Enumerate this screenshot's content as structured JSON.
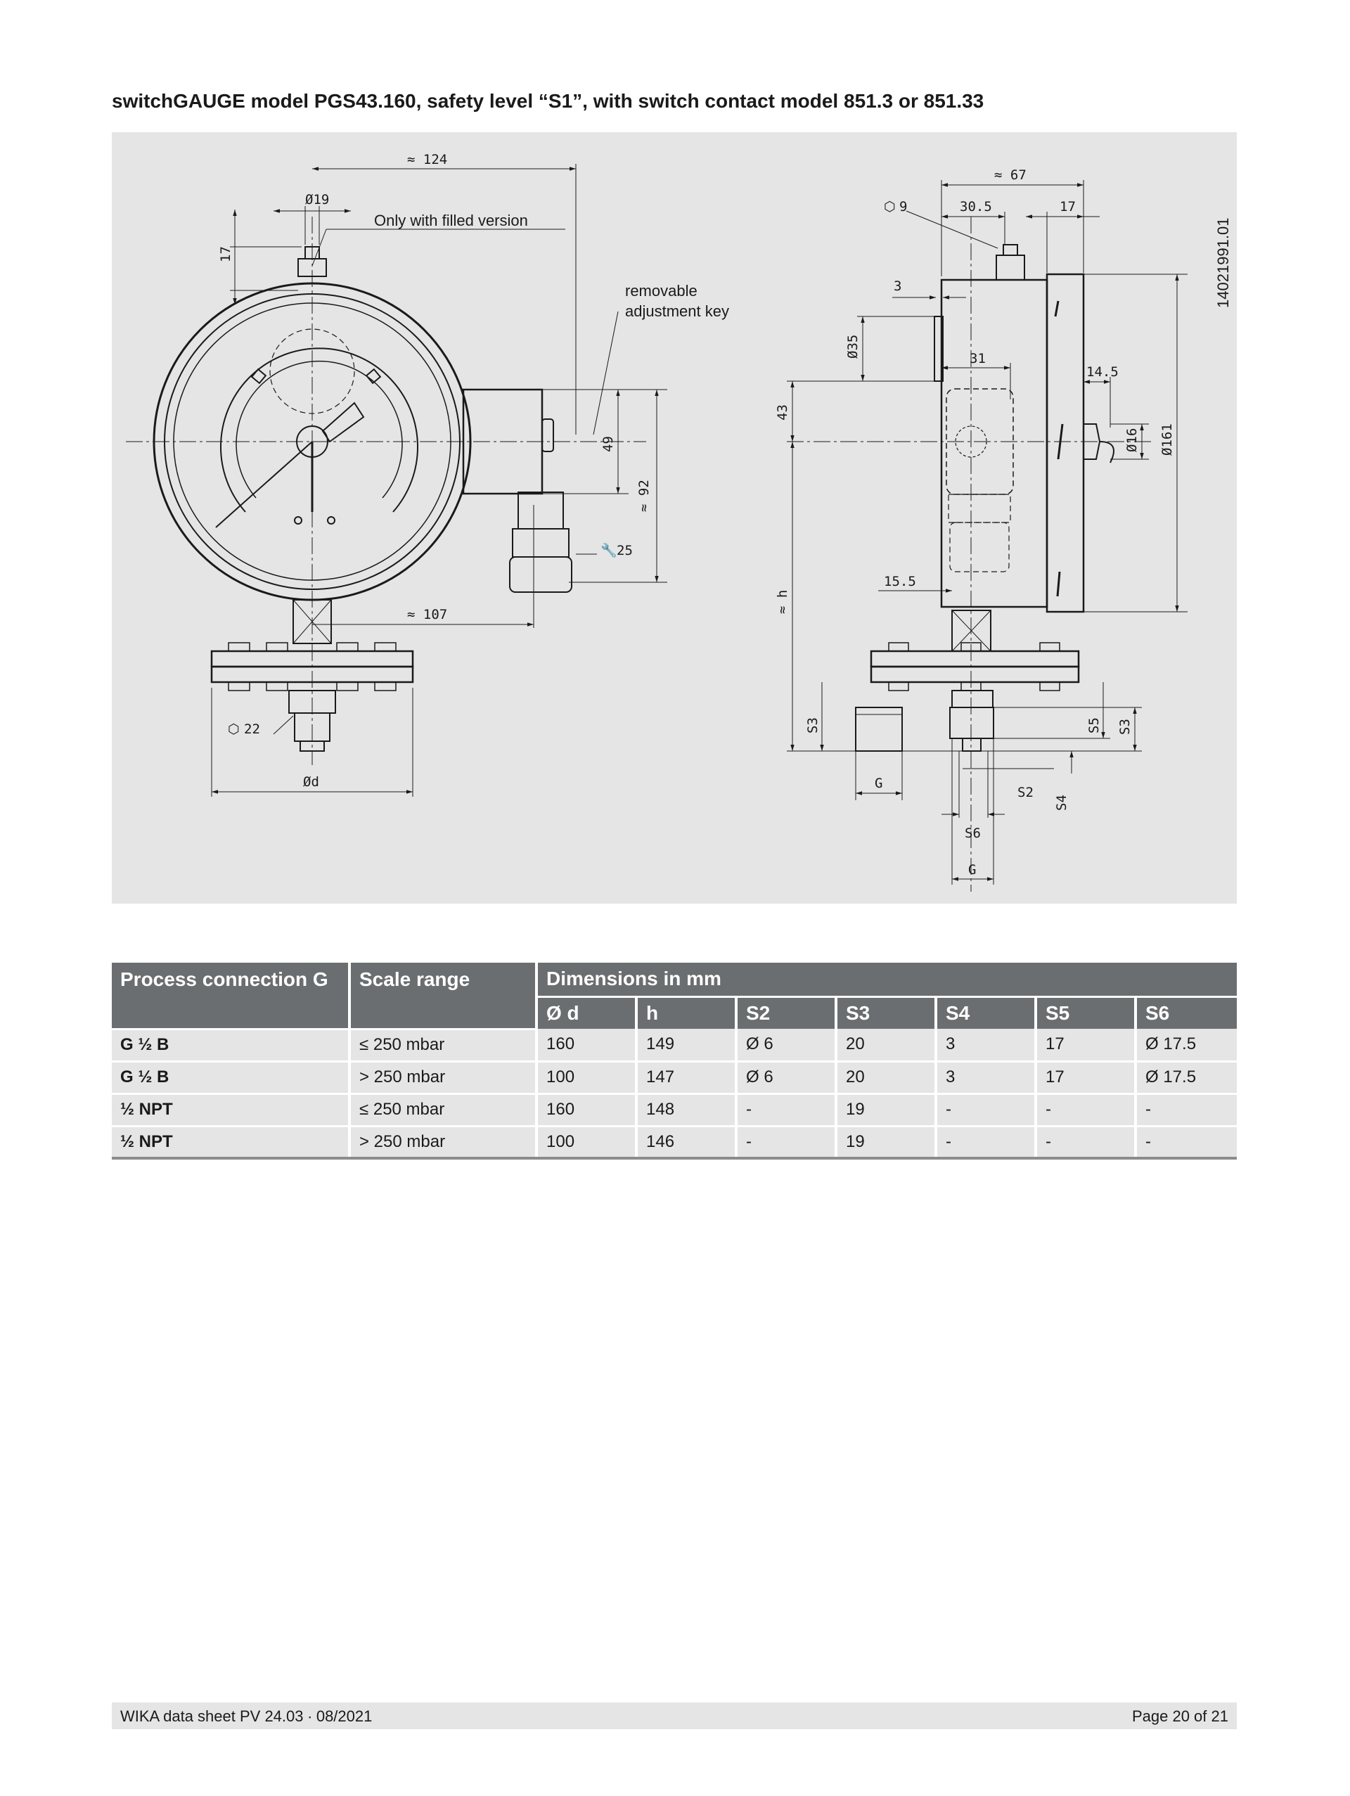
{
  "title": "switchGAUGE model PGS43.160, safety level “S1”, with switch contact model 851.3 or 851.33",
  "drawing": {
    "callouts": {
      "filled_version": "Only with filled version",
      "removable": "removable",
      "adjustment_key": "adjustment key",
      "drawing_number": "14021991.01"
    },
    "dims": {
      "d124": "≈ 124",
      "d19": "Ø19",
      "d17_left": "17",
      "d49": "49",
      "d92": "≈ 92",
      "d25": "25",
      "d107": "≈ 107",
      "d22": "22",
      "dd": "Ød",
      "d67": "≈ 67",
      "d9": "9",
      "d30_5": "30.5",
      "d17_right": "17",
      "d3": "3",
      "d35": "Ø35",
      "d31": "31",
      "d43": "43",
      "d14_5": "14.5",
      "d16": "Ø16",
      "d161": "Ø161",
      "d15_5": "15.5",
      "dh": "≈ h",
      "dS3_left": "S3",
      "dS5": "S5",
      "dS3_right": "S3",
      "dG_left": "G",
      "dS2": "S2",
      "dS4": "S4",
      "dS6": "S6",
      "dG_bottom": "G"
    }
  },
  "table": {
    "headers": {
      "process_connection": "Process connection G",
      "scale_range": "Scale range",
      "dimensions": "Dimensions in mm",
      "cols": [
        "Ø d",
        "h",
        "S2",
        "S3",
        "S4",
        "S5",
        "S6"
      ]
    },
    "rows": [
      {
        "connection": "G ½ B",
        "scale": "≤ 250 mbar",
        "vals": [
          "160",
          "149",
          "Ø 6",
          "20",
          "3",
          "17",
          "Ø 17.5"
        ]
      },
      {
        "connection": "G ½ B",
        "scale": "> 250 mbar",
        "vals": [
          "100",
          "147",
          "Ø 6",
          "20",
          "3",
          "17",
          "Ø 17.5"
        ]
      },
      {
        "connection": "½ NPT",
        "scale": "≤ 250 mbar",
        "vals": [
          "160",
          "148",
          "-",
          "19",
          "-",
          "-",
          "-"
        ]
      },
      {
        "connection": "½ NPT",
        "scale": "> 250 mbar",
        "vals": [
          "100",
          "146",
          "-",
          "19",
          "-",
          "-",
          "-"
        ]
      }
    ]
  },
  "footer": {
    "left": "WIKA data sheet PV 24.03 ∙ 08/2021",
    "right": "Page 20 of 21"
  }
}
